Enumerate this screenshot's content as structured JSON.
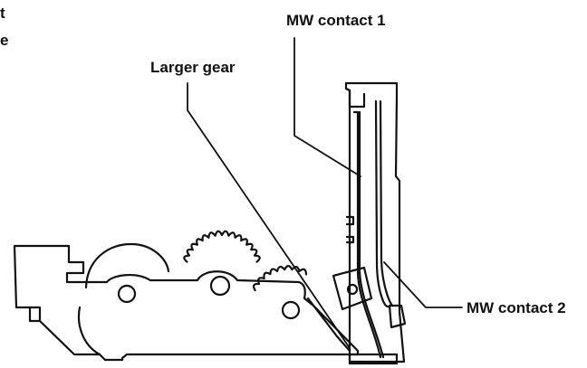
{
  "labels": {
    "mw_contact_1": "MW contact 1",
    "larger_gear": "Larger gear",
    "mw_contact_2": "MW contact 2"
  },
  "edge_fragments": [
    "t",
    "e"
  ],
  "colors": {
    "ink": "#111111",
    "background": "#ffffff"
  }
}
